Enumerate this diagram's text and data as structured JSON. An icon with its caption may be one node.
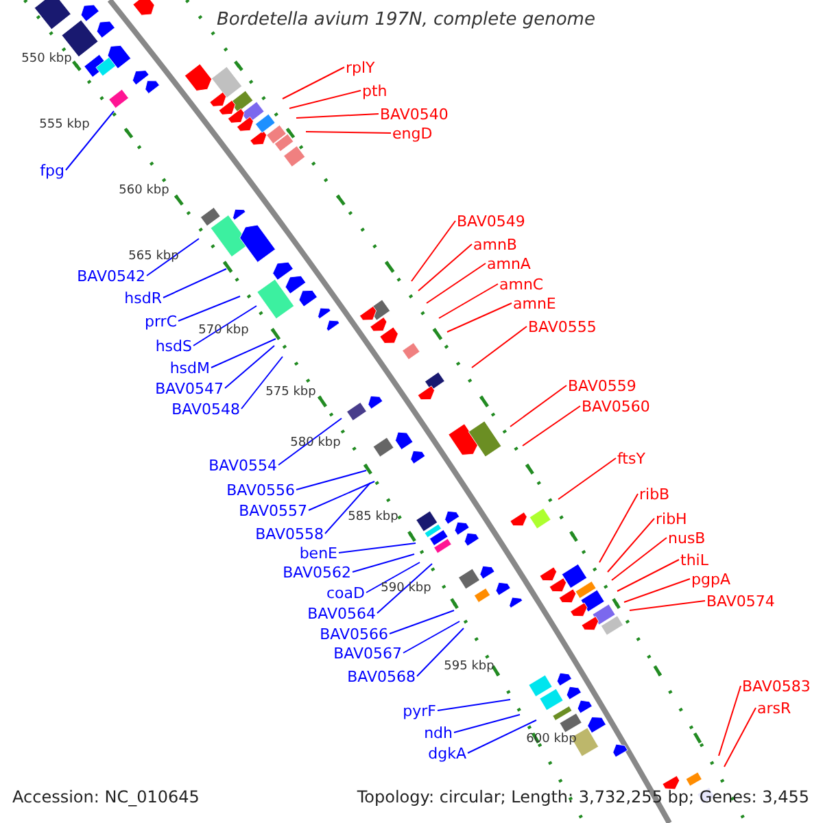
{
  "diagram": {
    "title": "Bordetella avium 197N, complete genome",
    "nodes": [
      {
        "text": [
          "rplY"
        ]
      },
      {
        "text": [
          "pth"
        ]
      },
      {
        "text": [
          "BAV0540"
        ]
      },
      {
        "text": [
          "engD"
        ]
      },
      {
        "text": [
          "fpg"
        ]
      },
      {
        "text": [
          "BAV0549"
        ]
      },
      {
        "text": [
          "amnB"
        ]
      },
      {
        "text": [
          "amnA"
        ]
      },
      {
        "text": [
          "BAV0542"
        ]
      },
      {
        "text": [
          "amnC"
        ]
      },
      {
        "text": [
          "hsdR"
        ]
      },
      {
        "text": [
          "amnE"
        ]
      },
      {
        "text": [
          "prrC"
        ]
      },
      {
        "text": [
          "BAV0555"
        ]
      },
      {
        "text": [
          "hsdS"
        ]
      },
      {
        "text": [
          "hsdM"
        ]
      },
      {
        "text": [
          "BAV0559"
        ]
      },
      {
        "text": [
          "BAV0547"
        ]
      },
      {
        "text": [
          "BAV0560"
        ]
      },
      {
        "text": [
          "BAV0548"
        ]
      },
      {
        "text": [
          "ftsY"
        ]
      },
      {
        "text": [
          "BAV0554"
        ]
      },
      {
        "text": [
          "BAV0556"
        ]
      },
      {
        "text": [
          "ribB"
        ]
      },
      {
        "text": [
          "BAV0557"
        ]
      },
      {
        "text": [
          "ribH"
        ]
      },
      {
        "text": [
          "BAV0558"
        ]
      },
      {
        "text": [
          "nusB"
        ]
      },
      {
        "text": [
          "benE"
        ]
      },
      {
        "text": [
          "thiL"
        ]
      },
      {
        "text": [
          "BAV0562"
        ]
      },
      {
        "text": [
          "pgpA"
        ]
      },
      {
        "text": [
          "coaD"
        ]
      },
      {
        "text": [
          "BAV0574"
        ]
      },
      {
        "text": [
          "BAV0564"
        ]
      },
      {
        "text": [
          "BAV0566"
        ]
      },
      {
        "text": [
          "BAV0567"
        ]
      },
      {
        "text": [
          "BAV0568"
        ]
      },
      {
        "text": [
          "BAV0583"
        ]
      },
      {
        "text": [
          "arsR"
        ]
      },
      {
        "text": [
          "pyrF"
        ]
      },
      {
        "text": [
          "ndh"
        ]
      },
      {
        "text": [
          "dgkA"
        ]
      }
    ],
    "edges": [
      {
        "from": 0,
        "to": null,
        "arrow": "none",
        "color": "#ff0000"
      },
      {
        "from": 1,
        "to": null,
        "arrow": "none",
        "color": "#ff0000"
      },
      {
        "from": 2,
        "to": null,
        "arrow": "none",
        "color": "#ff0000"
      },
      {
        "from": 3,
        "to": null,
        "arrow": "none",
        "color": "#ff0000"
      },
      {
        "from": 4,
        "to": null,
        "arrow": "none"
      },
      {
        "from": 5,
        "to": null,
        "arrow": "none",
        "color": "#ff0000"
      },
      {
        "from": 6,
        "to": null,
        "arrow": "none",
        "color": "#ff0000"
      },
      {
        "from": 7,
        "to": null,
        "arrow": "none",
        "color": "#ff0000"
      },
      {
        "from": 8,
        "to": null,
        "arrow": "none"
      },
      {
        "from": 9,
        "to": null,
        "arrow": "none",
        "color": "#ff0000"
      },
      {
        "from": 10,
        "to": null,
        "arrow": "none"
      },
      {
        "from": 11,
        "to": null,
        "arrow": "none",
        "color": "#ff0000"
      },
      {
        "from": 12,
        "to": null,
        "arrow": "none"
      },
      {
        "from": 13,
        "to": null,
        "arrow": "none",
        "color": "#ff0000"
      },
      {
        "from": 14,
        "to": null,
        "arrow": "none"
      },
      {
        "from": 15,
        "to": null,
        "arrow": "none"
      },
      {
        "from": 16,
        "to": null,
        "arrow": "none",
        "color": "#ff0000"
      },
      {
        "from": 17,
        "to": null,
        "arrow": "none"
      },
      {
        "from": 18,
        "to": null,
        "arrow": "none",
        "color": "#ff0000"
      },
      {
        "from": 19,
        "to": null,
        "arrow": "none"
      },
      {
        "from": 20,
        "to": null,
        "arrow": "none",
        "color": "#ff0000"
      },
      {
        "from": 21,
        "to": null,
        "arrow": "none"
      },
      {
        "from": 22,
        "to": null,
        "arrow": "none"
      },
      {
        "from": 23,
        "to": null,
        "arrow": "none",
        "color": "#ff0000"
      },
      {
        "from": 24,
        "to": null,
        "arrow": "none"
      },
      {
        "from": 25,
        "to": null,
        "arrow": "none",
        "color": "#ff0000"
      },
      {
        "from": 26,
        "to": null,
        "arrow": "none"
      },
      {
        "from": 27,
        "to": null,
        "arrow": "none",
        "color": "#ff0000"
      },
      {
        "from": 28,
        "to": null,
        "arrow": "none"
      },
      {
        "from": 29,
        "to": null,
        "arrow": "none",
        "color": "#ff0000"
      },
      {
        "from": 30,
        "to": null,
        "arrow": "none"
      },
      {
        "from": 31,
        "to": null,
        "arrow": "none",
        "color": "#ff0000"
      },
      {
        "from": 32,
        "to": null,
        "arrow": "none"
      },
      {
        "from": 33,
        "to": null,
        "arrow": "none",
        "color": "#ff0000"
      },
      {
        "from": 34,
        "to": null,
        "arrow": "none"
      },
      {
        "from": 35,
        "to": null,
        "arrow": "none"
      },
      {
        "from": 36,
        "to": null,
        "arrow": "none"
      },
      {
        "from": 37,
        "to": null,
        "arrow": "none"
      },
      {
        "from": 38,
        "to": null,
        "arrow": "none",
        "color": "#ff0000"
      },
      {
        "from": 39,
        "to": null,
        "arrow": "none",
        "color": "#ff0000"
      },
      {
        "from": 40,
        "to": null,
        "arrow": "none"
      },
      {
        "from": 41,
        "to": null,
        "arrow": "none"
      },
      {
        "from": 42,
        "to": null,
        "arrow": "none"
      }
    ],
    "labels": [
      "550 kbp",
      "555 kbp",
      "560 kbp",
      "565 kbp",
      "570 kbp",
      "575 kbp",
      "580 kbp",
      "585 kbp",
      "590 kbp",
      "595 kbp",
      "600 kbp",
      "Accession: NC_010645",
      "Topology: circular; Length: 3,732,255 bp; Genes: 3,455"
    ]
  }
}
